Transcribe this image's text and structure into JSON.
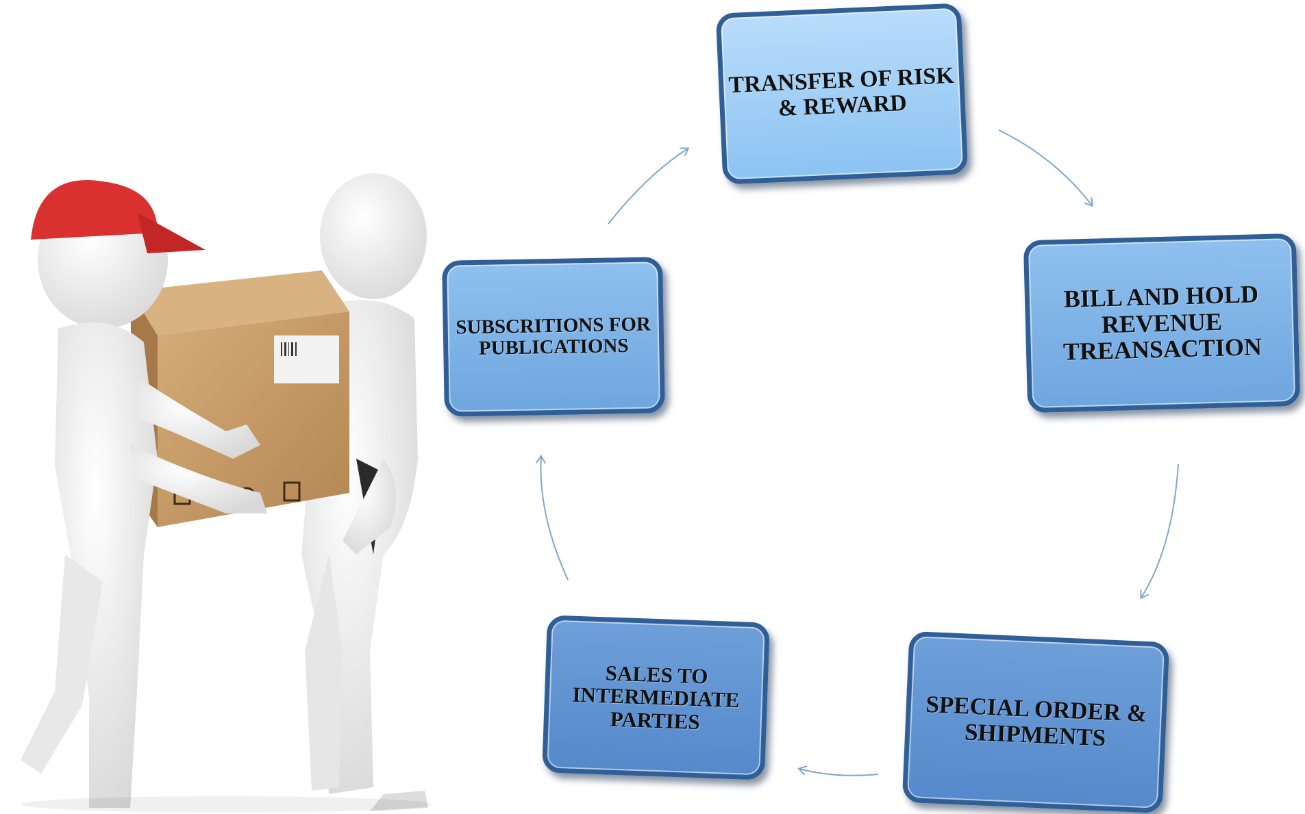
{
  "diagram": {
    "nodes": [
      {
        "id": "transfer",
        "label": "TRANSFER OF RISK\n& REWARD"
      },
      {
        "id": "billhold",
        "label": "BILL AND HOLD\nREVENUE\nTREANSACTION"
      },
      {
        "id": "special",
        "label": "SPECIAL ORDER &\nSHIPMENTS"
      },
      {
        "id": "sales",
        "label": "SALES TO\nINTERMEDIATE\nPARTIES"
      },
      {
        "id": "subs",
        "label": "SUBSCRITIONS FOR\nPUBLICATIONS"
      }
    ],
    "colors": {
      "box_border": "#2f5f96",
      "box_light": "#a9d3f7",
      "box_mid": "#80b6e8",
      "box_dark": "#6193d2",
      "arrow": "#7fa6cf",
      "cap": "#d9312f",
      "parcel": "#c49a64"
    }
  }
}
